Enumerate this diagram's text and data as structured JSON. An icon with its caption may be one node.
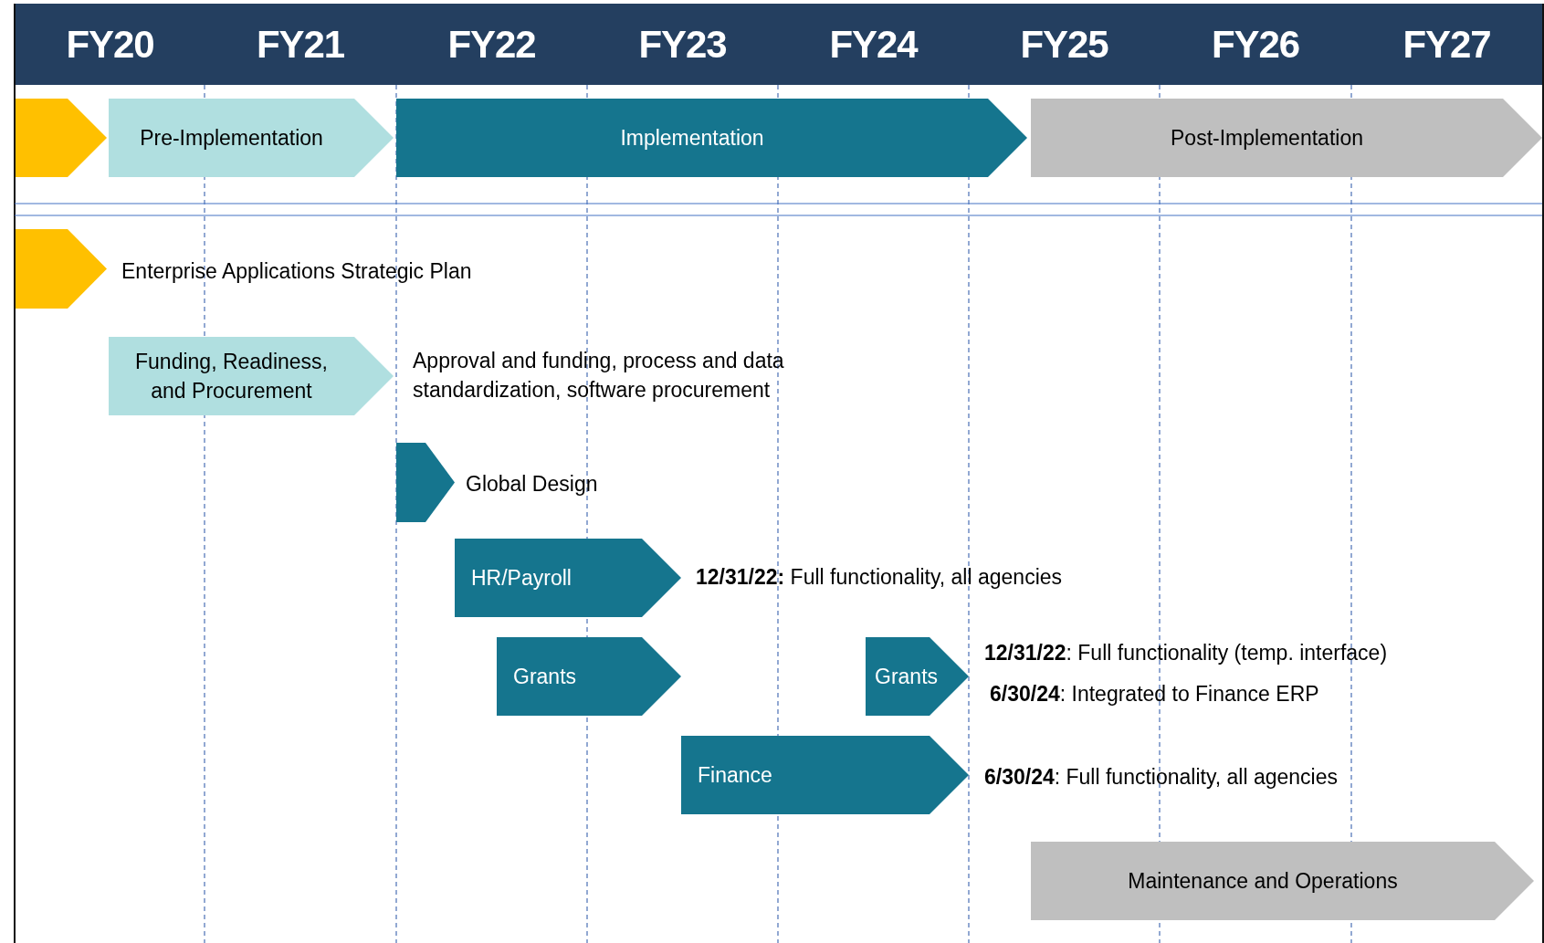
{
  "diagram": {
    "nodes": [
      {
        "text": [],
        "shape": "chevron"
      },
      {
        "text": [
          "Pre-Implementation"
        ]
      },
      {
        "text": [
          "Implementation"
        ]
      },
      {
        "text": [
          "Post-Implementation"
        ]
      },
      {
        "text": [],
        "shape": "chevron",
        "beside": [
          "Enterprise Applications Strategic Plan"
        ]
      },
      {
        "text": [
          "Funding, Readiness, and Procurement"
        ],
        "beside": [
          "Approval and funding, process and data standardization, software procurement"
        ]
      },
      {
        "text": [],
        "shape": "chevron",
        "beside": [
          "Global Design"
        ]
      },
      {
        "text": [
          "HR/Payroll"
        ],
        "beside": [
          "**12/31/22:** Full functionality, all agencies"
        ]
      },
      {
        "text": [
          "Grants"
        ]
      },
      {
        "text": [
          "Grants"
        ],
        "beside": [
          "**12/31/22**: Full functionality (temp. interface)",
          "**6/30/24**: Integrated to Finance ERP"
        ]
      },
      {
        "text": [
          "Finance"
        ],
        "beside": [
          "**6/30/24**: Full functionality, all agencies"
        ]
      },
      {
        "text": [
          "Maintenance and Operations"
        ]
      }
    ],
    "labels": [
      "FY20",
      "FY21",
      "FY22",
      "FY23",
      "FY24",
      "FY25",
      "FY26",
      "FY27"
    ]
  }
}
